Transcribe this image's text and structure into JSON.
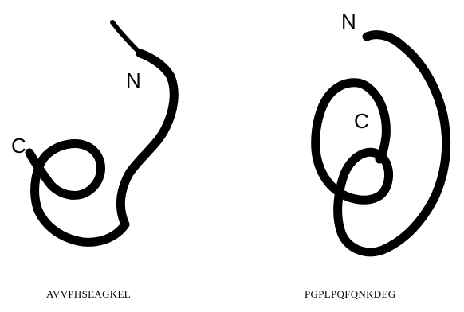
{
  "figure": {
    "panels": [
      {
        "n_label": "N",
        "c_label": "C",
        "sequence": "AVVPHSEAGKEL",
        "color": "#000000"
      },
      {
        "n_label": "N",
        "c_label": "C",
        "sequence": "PGPLPQFQNKDEG",
        "color": "#000000"
      }
    ]
  }
}
